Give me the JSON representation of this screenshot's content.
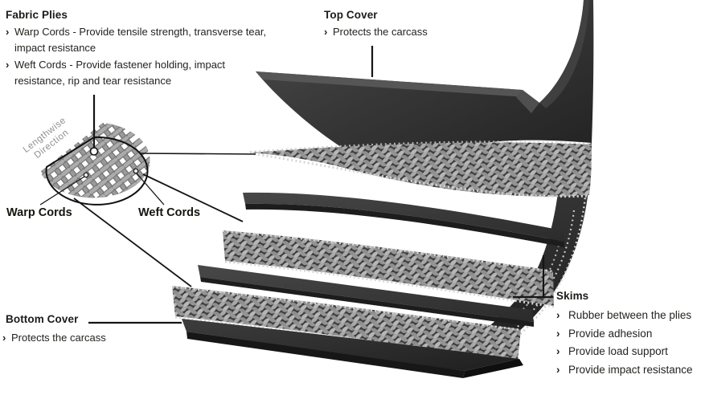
{
  "bullet_char": "›",
  "callouts": {
    "fabric_plies": {
      "title": "Fabric Plies",
      "bullets": [
        "Warp Cords - Provide tensile strength, transverse tear,\nimpact resistance",
        "Weft Cords - Provide fastener holding, impact\nresistance, rip and tear resistance"
      ]
    },
    "top_cover": {
      "title": "Top Cover",
      "bullets": [
        "Protects the carcass"
      ]
    },
    "bottom_cover": {
      "title": "Bottom Cover",
      "bullets": [
        "Protects the carcass"
      ]
    },
    "skims": {
      "title": "Skims",
      "bullets": [
        "Rubber between the plies",
        "Provide adhesion",
        "Provide load support",
        "Provide impact resistance"
      ]
    }
  },
  "inset": {
    "warp_label": "Warp Cords",
    "weft_label": "Weft Cords",
    "direction_line1": "Lengthwise",
    "direction_line2": "Direction"
  },
  "layers": {
    "top_cover": "rubber top cover",
    "fabric_ply_count": "3",
    "skim_count": "2",
    "bottom_cover": "rubber bottom cover"
  },
  "colors": {
    "text": "#1d1d1b",
    "muted_text": "#8f8f8f",
    "rubber_dark": "#232323",
    "rubber_mid": "#4a4a4a",
    "fabric_gray": "#a6a6a6",
    "fabric_hole": "#3a3a3a",
    "fringe": "#d6d6d6",
    "leader_line": "#151515"
  }
}
